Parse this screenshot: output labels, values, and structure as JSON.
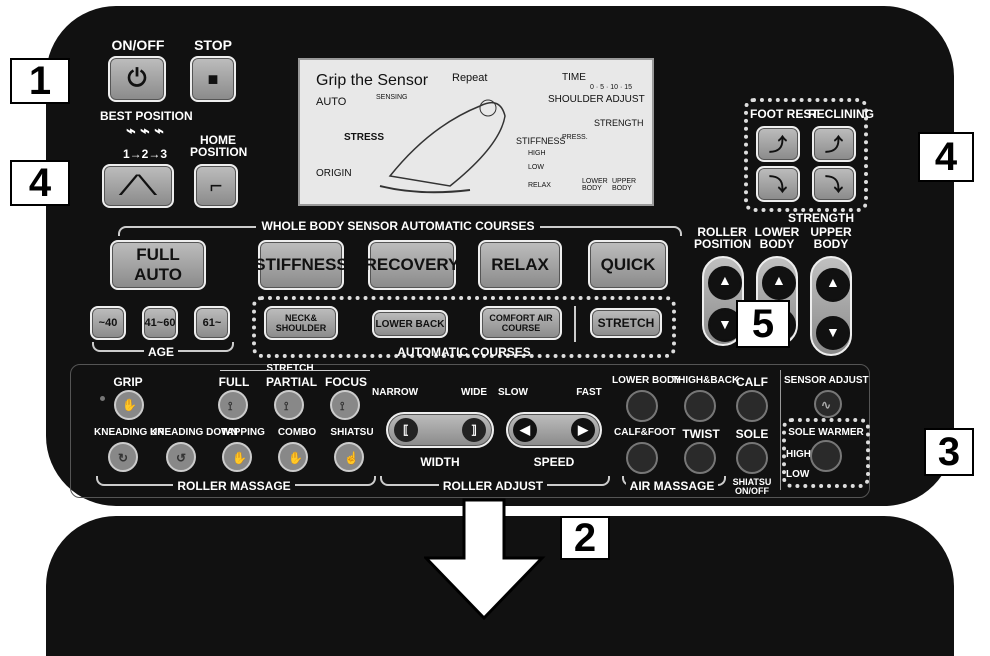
{
  "top_buttons": {
    "on_off": "ON/OFF",
    "stop": "STOP"
  },
  "best_position": {
    "title": "BEST POSITION",
    "sequence": "1→2→3"
  },
  "home_position": "HOME\nPOSITION",
  "courses": {
    "title": "WHOLE BODY SENSOR AUTOMATIC COURSES",
    "items": [
      "FULL AUTO",
      "STIFFNESS",
      "RECOVERY",
      "RELAX",
      "QUICK"
    ]
  },
  "age": {
    "title": "AGE",
    "items": [
      "~40",
      "41~60",
      "61~"
    ]
  },
  "auto_courses": {
    "title": "AUTOMATIC COURSES",
    "items": [
      "NECK&\nSHOULDER",
      "LOWER BACK",
      "COMFORT AIR\nCOURSE",
      "STRETCH"
    ]
  },
  "lcd": {
    "title": "Grip the Sensor",
    "auto": "AUTO",
    "sensing": "SENSING",
    "repeat": "Repeat",
    "time": "TIME",
    "time_scale": "0 · 5 · 10 · 15",
    "shoulder_adjust": "SHOULDER ADJUST",
    "stress": "STRESS",
    "origin": "ORIGIN",
    "stiffness": "STIFFNESS",
    "high": "HIGH",
    "low": "LOW",
    "relax": "RELAX",
    "press": "PRESS.",
    "strength": "STRENGTH",
    "lower_body": "LOWER\nBODY",
    "upper_body": "UPPER\nBODY"
  },
  "right_panel": {
    "foot_rest": "FOOT REST",
    "reclining": "RECLINING",
    "strength": "STRENGTH",
    "roller_position": "ROLLER\nPOSITION",
    "lower_body": "LOWER\nBODY",
    "upper_body": "UPPER\nBODY"
  },
  "roller_massage": {
    "title": "ROLLER MASSAGE",
    "grip": "GRIP",
    "stretch": "STRETCH",
    "full": "FULL",
    "partial": "PARTIAL",
    "focus": "FOCUS",
    "kneading_up": "KNEADING UP",
    "kneading_down": "KNEADING DOWN",
    "tapping": "TAPPING",
    "combo": "COMBO",
    "shiatsu": "SHIATSU"
  },
  "roller_adjust": {
    "title": "ROLLER ADJUST",
    "narrow": "NARROW",
    "wide": "WIDE",
    "width": "WIDTH",
    "slow": "SLOW",
    "fast": "FAST",
    "speed": "SPEED"
  },
  "air_massage": {
    "title": "AIR MASSAGE",
    "lower_body": "LOWER BODY",
    "thigh_back": "THIGH&BACK",
    "calf": "CALF",
    "calf_foot": "CALF&FOOT",
    "twist": "TWIST",
    "sole": "SOLE",
    "shiatsu_onoff": "SHIATSU\nON/OFF"
  },
  "sensor": {
    "sensor_adjust": "SENSOR ADJUST",
    "sole_warmer": "SOLE WARMER",
    "high": "HIGH",
    "low": "LOW"
  },
  "callouts": [
    "1",
    "4",
    "4",
    "5",
    "3",
    "2"
  ]
}
